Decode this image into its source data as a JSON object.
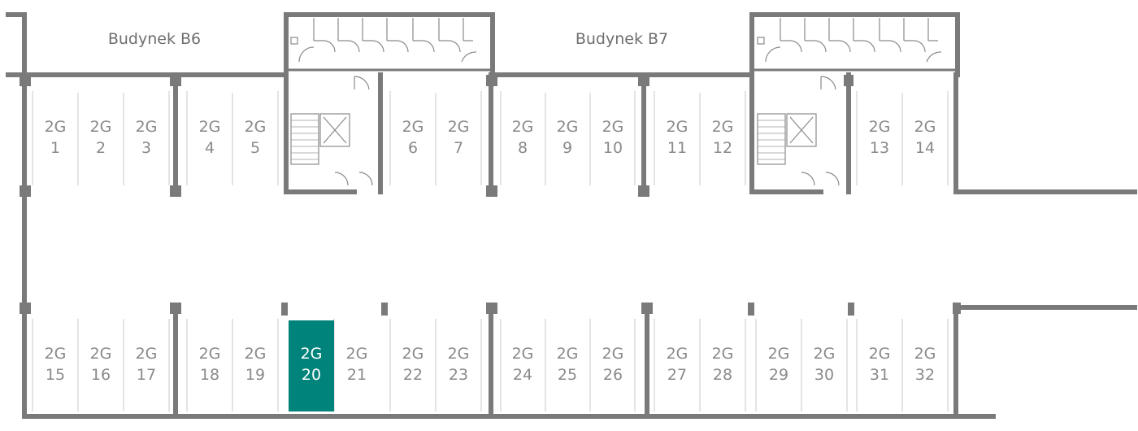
{
  "buildings": [
    {
      "label": "Budynek B6"
    },
    {
      "label": "Budynek B7"
    }
  ],
  "highlight_color": "#00837a",
  "selected_spot": "2G 20",
  "spots_top": [
    {
      "prefix": "2G",
      "num": "1"
    },
    {
      "prefix": "2G",
      "num": "2"
    },
    {
      "prefix": "2G",
      "num": "3"
    },
    {
      "prefix": "2G",
      "num": "4"
    },
    {
      "prefix": "2G",
      "num": "5"
    },
    {
      "prefix": "2G",
      "num": "6"
    },
    {
      "prefix": "2G",
      "num": "7"
    },
    {
      "prefix": "2G",
      "num": "8"
    },
    {
      "prefix": "2G",
      "num": "9"
    },
    {
      "prefix": "2G",
      "num": "10"
    },
    {
      "prefix": "2G",
      "num": "11"
    },
    {
      "prefix": "2G",
      "num": "12"
    },
    {
      "prefix": "2G",
      "num": "13"
    },
    {
      "prefix": "2G",
      "num": "14"
    }
  ],
  "spots_bottom": [
    {
      "prefix": "2G",
      "num": "15"
    },
    {
      "prefix": "2G",
      "num": "16"
    },
    {
      "prefix": "2G",
      "num": "17"
    },
    {
      "prefix": "2G",
      "num": "18"
    },
    {
      "prefix": "2G",
      "num": "19"
    },
    {
      "prefix": "2G",
      "num": "20",
      "selected": true
    },
    {
      "prefix": "2G",
      "num": "21"
    },
    {
      "prefix": "2G",
      "num": "22"
    },
    {
      "prefix": "2G",
      "num": "23"
    },
    {
      "prefix": "2G",
      "num": "24"
    },
    {
      "prefix": "2G",
      "num": "25"
    },
    {
      "prefix": "2G",
      "num": "26"
    },
    {
      "prefix": "2G",
      "num": "27"
    },
    {
      "prefix": "2G",
      "num": "28"
    },
    {
      "prefix": "2G",
      "num": "29"
    },
    {
      "prefix": "2G",
      "num": "30"
    },
    {
      "prefix": "2G",
      "num": "31"
    },
    {
      "prefix": "2G",
      "num": "32"
    }
  ]
}
